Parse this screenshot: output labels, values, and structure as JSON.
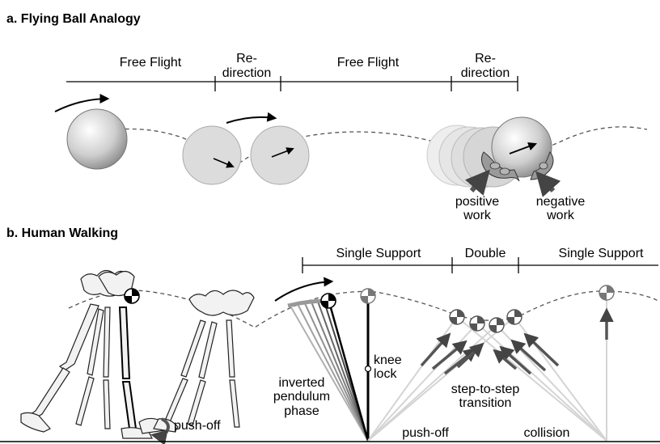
{
  "panel_a": {
    "title": "a. Flying Ball Analogy",
    "phases": [
      {
        "text": "Free Flight"
      },
      {
        "line1": "Re-",
        "line2": "direction"
      },
      {
        "text": "Free Flight"
      },
      {
        "line1": "Re-",
        "line2": "direction"
      }
    ],
    "positive_work": {
      "line1": "positive",
      "line2": "work"
    },
    "negative_work": {
      "line1": "negative",
      "line2": "work"
    }
  },
  "panel_b": {
    "title": "b. Human Walking",
    "phases": [
      {
        "text": "Single Support"
      },
      {
        "text": "Double"
      },
      {
        "text": "Single Support"
      }
    ],
    "push_off_left": "push-off",
    "inverted_pendulum": {
      "line1": "inverted",
      "line2": "pendulum",
      "line3": "phase"
    },
    "knee_lock": {
      "line1": "knee",
      "line2": "lock"
    },
    "step_transition": {
      "line1": "step-to-step",
      "line2": "transition"
    },
    "push_off": "push-off",
    "collision": "collision"
  },
  "colors": {
    "ball_shadow": "#8a8a8a",
    "ghost_ball": "#d8d8d8",
    "arrow_dark": "#444444",
    "com_marker": "#000000"
  }
}
